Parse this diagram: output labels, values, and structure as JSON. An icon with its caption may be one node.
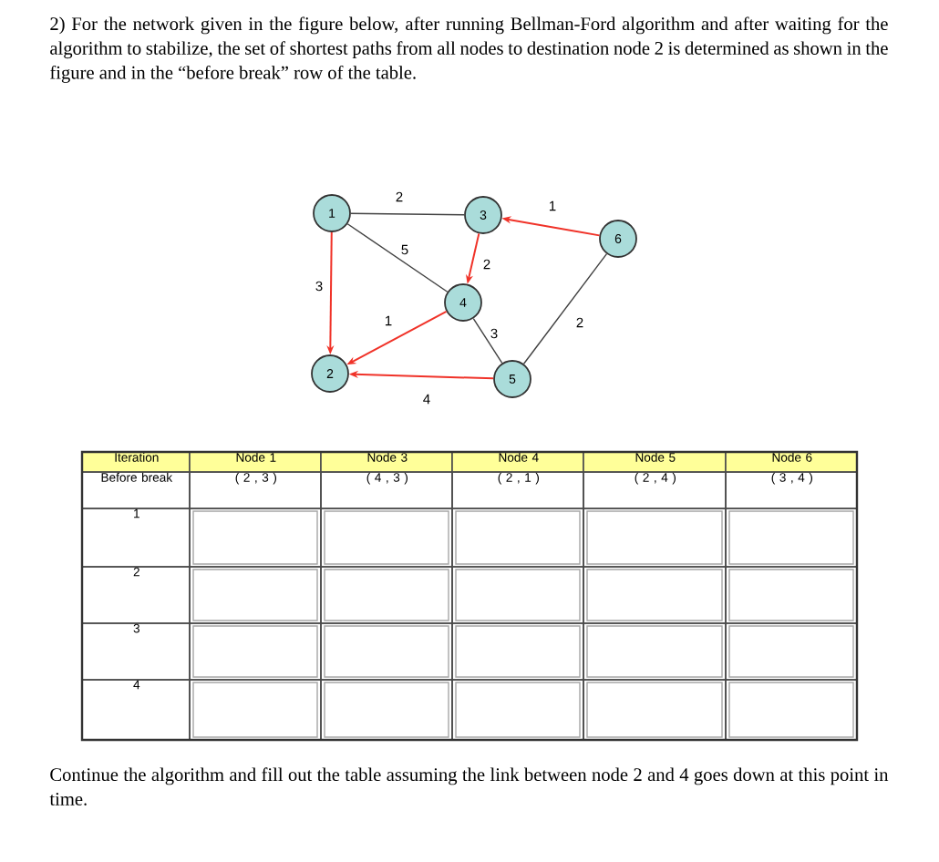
{
  "diagram": {
    "nodes": [
      {
        "text": [
          "1"
        ]
      },
      {
        "text": [
          "3"
        ]
      },
      {
        "text": [
          "6"
        ]
      },
      {
        "text": [
          "4"
        ]
      },
      {
        "text": [
          "2"
        ]
      },
      {
        "text": [
          "5"
        ]
      }
    ],
    "edges": [
      {
        "from": 0,
        "to": 1,
        "arrow": "none",
        "label": "2",
        "color": "#404040"
      },
      {
        "from": 2,
        "to": 1,
        "arrow": "to",
        "label": "1"
      },
      {
        "from": 1,
        "to": 3,
        "arrow": "to",
        "label": "2"
      },
      {
        "from": 0,
        "to": 3,
        "arrow": "none",
        "label": "5",
        "color": "#404040"
      },
      {
        "from": 0,
        "to": 4,
        "arrow": "to",
        "label": "3"
      },
      {
        "from": 3,
        "to": 4,
        "arrow": "to",
        "label": "1"
      },
      {
        "from": 3,
        "to": 5,
        "arrow": "none",
        "label": "3",
        "color": "#404040"
      },
      {
        "from": 2,
        "to": 5,
        "arrow": "none",
        "label": "2",
        "color": "#404040"
      },
      {
        "from": 5,
        "to": 4,
        "arrow": "to",
        "label": "4"
      }
    ],
    "labels": [
      "2) For the network given in the figure below, after running Bellman-Ford algorithm and after waiting for the algorithm to stabilize, the set of shortest paths from all nodes to destination node 2 is determined as shown in the figure and in the “before break” row of the table.",
      "Iteration",
      "Node 1",
      "Node 3",
      "Node 4",
      "Node 5",
      "Node 6",
      "Before break",
      "( 2 , 3 )",
      "( 4 , 3 )",
      "( 2 , 1 )",
      "( 2 , 4 )",
      "( 3 , 4 )",
      "1",
      "2",
      "3",
      "4",
      "Continue the algorithm and fill out the table assuming the link between node 2 and 4 goes down at this point in time."
    ]
  }
}
